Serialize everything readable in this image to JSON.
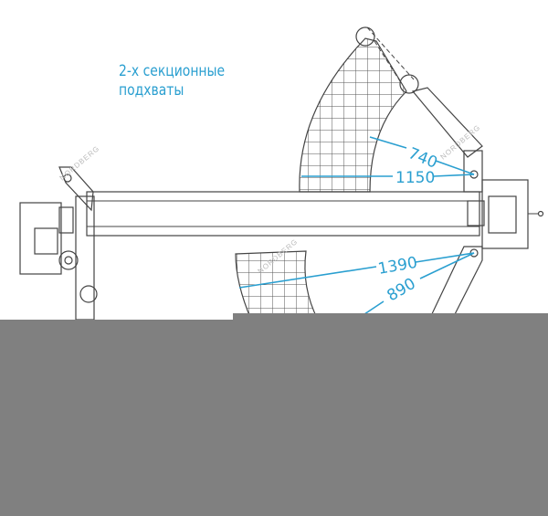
{
  "caption": {
    "line1": "2-х секционные",
    "line2": "подхваты"
  },
  "dimensions": {
    "d740": "740",
    "d1150": "1150",
    "d1390": "1390",
    "d890": "890"
  },
  "watermark": "NORDBERG",
  "colors": {
    "dimension": "#2a9fd0",
    "occluder": "#808080",
    "lines": "#444444"
  }
}
